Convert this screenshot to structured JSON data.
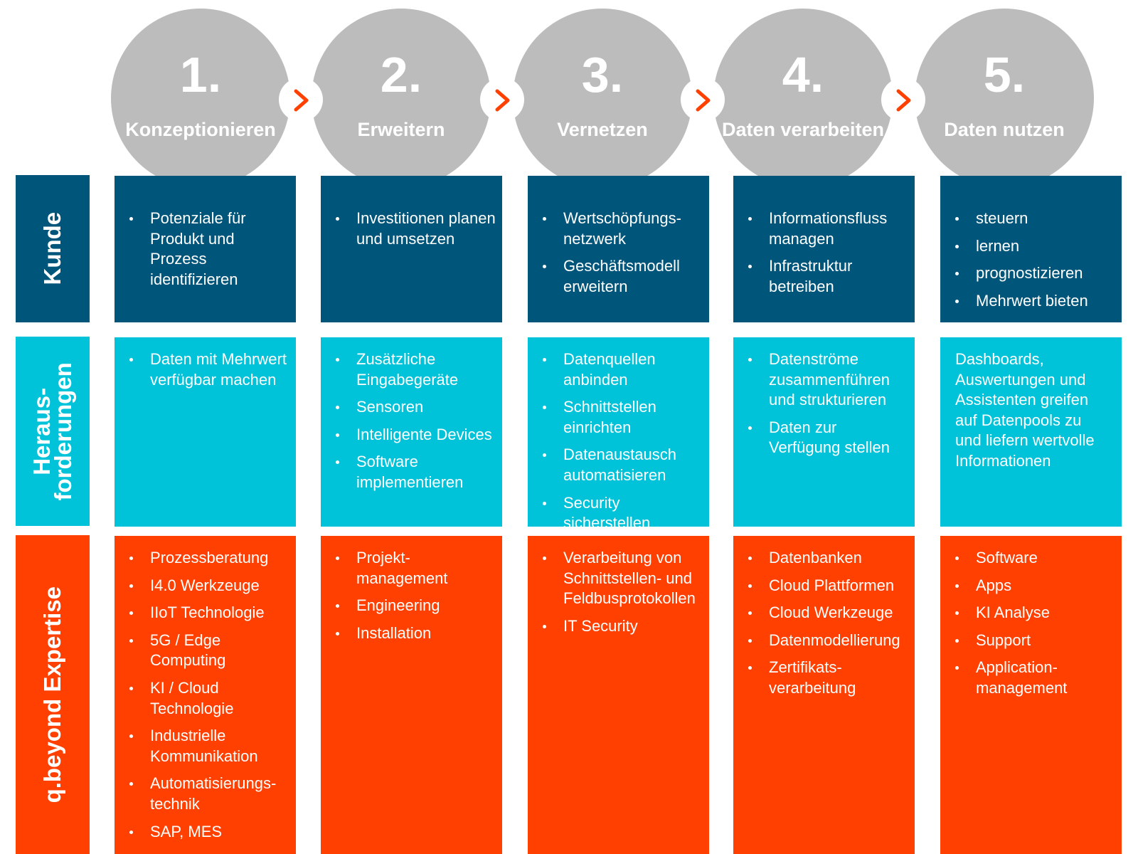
{
  "steps": [
    {
      "number": "1.",
      "title": "Konzeptionieren"
    },
    {
      "number": "2.",
      "title": "Erweitern"
    },
    {
      "number": "3.",
      "title": "Vernetzen"
    },
    {
      "number": "4.",
      "title": "Daten verarbeiten"
    },
    {
      "number": "5.",
      "title": "Daten nutzen"
    }
  ],
  "rows": {
    "kunde": {
      "label": "Kunde",
      "columns": [
        [
          "Potenziale für Produkt und Prozess identifizieren"
        ],
        [
          "Investitionen planen und umsetzen"
        ],
        [
          "Wertschöpfungs- netzwerk",
          "Geschäftsmodell erweitern"
        ],
        [
          "Informationsfluss managen",
          "Infrastruktur betreiben"
        ],
        [
          "steuern",
          "lernen",
          "prognostizieren",
          "Mehrwert bieten"
        ]
      ]
    },
    "herausforderungen": {
      "label_line1": "Heraus-",
      "label_line2": "forderungen",
      "columns": [
        [
          "Daten mit Mehrwert verfügbar machen"
        ],
        [
          "Zusätzliche Eingabegeräte",
          "Sensoren",
          "Intelligente Devices",
          "Software implementieren"
        ],
        [
          "Datenquellen anbinden",
          "Schnittstellen einrichten",
          "Datenaustausch automatisieren",
          "Security sicherstellen"
        ],
        [
          "Datenströme zusammenführen und strukturieren",
          "Daten zur Verfügung stellen"
        ]
      ],
      "column5_text": "Dashboards, Auswertungen und Assistenten greifen auf Datenpools zu und liefern wertvolle Informationen"
    },
    "expertise": {
      "label": "q.beyond Expertise",
      "columns": [
        [
          "Prozessberatung",
          "I4.0 Werkzeuge",
          "IIoT Technologie",
          "5G / Edge Computing",
          "KI / Cloud Technologie",
          "Industrielle Kommunikation",
          "Automatisierungs- technik",
          "SAP, MES"
        ],
        [
          "Projekt- management",
          "Engineering",
          "Installation"
        ],
        [
          "Verarbeitung von Schnittstellen- und Feldbusprotokollen",
          "IT Security"
        ],
        [
          "Datenbanken",
          "Cloud Plattformen",
          "Cloud Werkzeuge",
          "Datenmodellierung",
          "Zertifikats- verarbeitung"
        ],
        [
          "Software",
          "Apps",
          "KI Analyse",
          "Support",
          "Application- management"
        ]
      ]
    }
  },
  "colors": {
    "circle": "#bcbcbc",
    "kunde": "#00557a",
    "herausforderungen": "#00c2d8",
    "expertise": "#ff4000",
    "arrow": "#ff4000"
  },
  "icons": {
    "connector": "chevron-right-icon"
  }
}
